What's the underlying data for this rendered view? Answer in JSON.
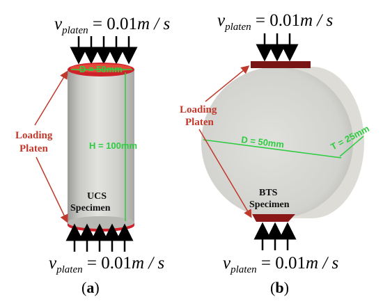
{
  "left": {
    "top_eq": {
      "v": "v",
      "sub": "platen",
      "rest": " = 0.01",
      "unit": "m / s"
    },
    "bottom_eq": {
      "v": "v",
      "sub": "platen",
      "rest": " = 0.01",
      "unit": "m / s"
    },
    "diameter_label": "D = 50mm",
    "height_label": "H = 100mm",
    "loading_label": [
      "Loading",
      "Platen"
    ],
    "specimen_label": [
      "UCS",
      "Specimen"
    ],
    "panel_label": {
      "open": "(",
      "letter": "a",
      "close": ")"
    }
  },
  "right": {
    "top_eq": {
      "v": "v",
      "sub": "platen",
      "rest": " = 0.01",
      "unit": "m / s"
    },
    "bottom_eq": {
      "v": "v",
      "sub": "platen",
      "rest": " = 0.01",
      "unit": "m / s"
    },
    "diameter_label": "D = 50mm",
    "thickness_label": "T = 25mm",
    "loading_label": [
      "Loading",
      "Platen"
    ],
    "specimen_label": [
      "BTS",
      "Specimen"
    ],
    "panel_label": {
      "open": "(",
      "letter": "b",
      "close": ")"
    }
  },
  "colors": {
    "specimen_fill": "#d9d9d6",
    "platen_red": "#d0202a",
    "platen_dark": "#7a1515",
    "dimension_green": "#2ecc40",
    "annotation_red": "#c0392b"
  }
}
